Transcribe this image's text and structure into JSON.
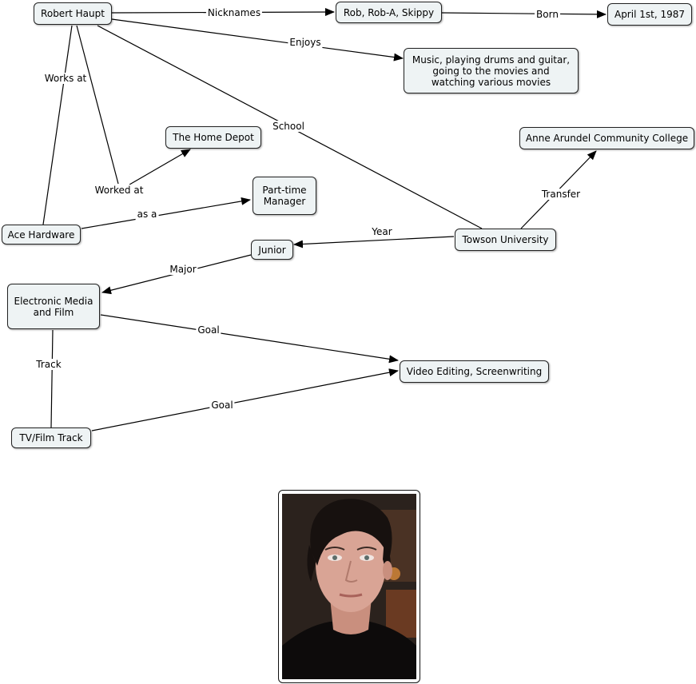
{
  "nodes": {
    "robert": "Robert Haupt",
    "nicknames": "Rob, Rob-A, Skippy",
    "birthday": "April 1st, 1987",
    "hobbies": "Music, playing drums and guitar,\ngoing to the movies and\nwatching various movies",
    "home_depot": "The Home Depot",
    "anne_arundel": "Anne Arundel Community College",
    "part_time": "Part-time\nManager",
    "ace": "Ace Hardware",
    "towson": "Towson University",
    "junior": "Junior",
    "emf": "Electronic Media\nand Film",
    "video": "Video Editing, Screenwriting",
    "tvfilm": "TV/Film Track"
  },
  "links": {
    "nicknames": "Nicknames",
    "born": "Born",
    "enjoys": "Enjoys",
    "works_at": "Works at",
    "school": "School",
    "worked_at": "Worked at",
    "as_a": "as a",
    "transfer": "Transfer",
    "year": "Year",
    "major": "Major",
    "goal1": "Goal",
    "track": "Track",
    "goal2": "Goal"
  },
  "colors": {
    "node_fill": "#eef3f4",
    "line": "#000000"
  }
}
